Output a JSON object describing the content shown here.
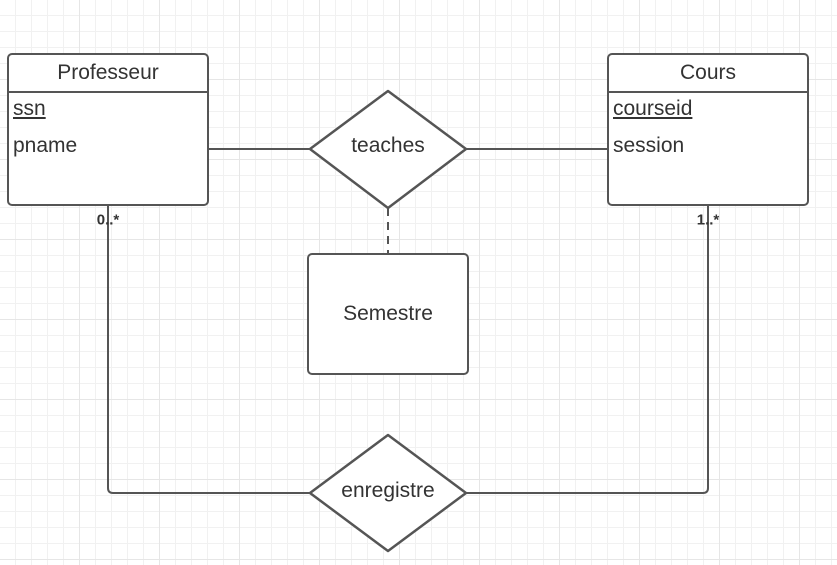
{
  "entities": {
    "professeur": {
      "title": "Professeur",
      "key_attr": "ssn",
      "attrs": [
        "pname"
      ]
    },
    "cours": {
      "title": "Cours",
      "key_attr": "courseid",
      "attrs": [
        "session"
      ]
    }
  },
  "association_entity": {
    "title": "Semestre"
  },
  "relationships": {
    "teaches": {
      "label": "teaches"
    },
    "enregistre": {
      "label": "enregistre"
    }
  },
  "cardinalities": {
    "professeur_enregistre": "0..*",
    "cours_enregistre": "1..*"
  },
  "colors": {
    "stroke": "#555555",
    "text": "#333333",
    "grid": "#e6e6e6"
  }
}
